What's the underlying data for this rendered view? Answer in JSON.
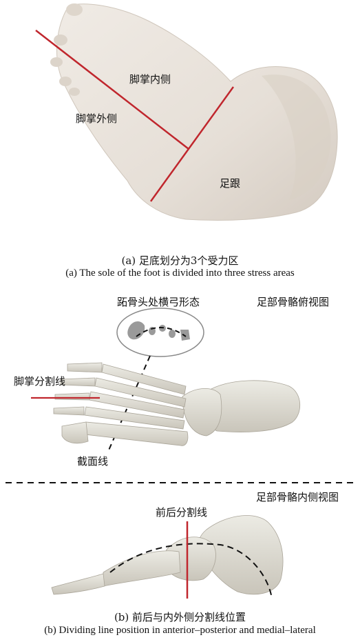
{
  "panel_a": {
    "labels": {
      "medial_forefoot": "脚掌内侧",
      "lateral_forefoot": "脚掌外侧",
      "heel": "足跟"
    },
    "caption_cn": "(a) 足底划分为3个受力区",
    "caption_en": "(a) The sole of the foot is divided into three stress areas"
  },
  "panel_b": {
    "top_view_title": "足部骨骼俯视图",
    "arch_label": "跖骨头处横弓形态",
    "forefoot_division_line": "脚掌分割线",
    "section_line": "截面线",
    "medial_view_title": "足部骨骼内侧视图",
    "ap_division_line": "前后分割线",
    "caption_cn": "(b) 前后与内外侧分割线位置",
    "caption_en": "(b) Dividing line position in anterior–posterior and medial–lateral"
  },
  "colors": {
    "division_line": "#c0262d",
    "skin": "#e9e3dc",
    "bone": "#d8d4ca",
    "dashed_line": "#111111"
  }
}
